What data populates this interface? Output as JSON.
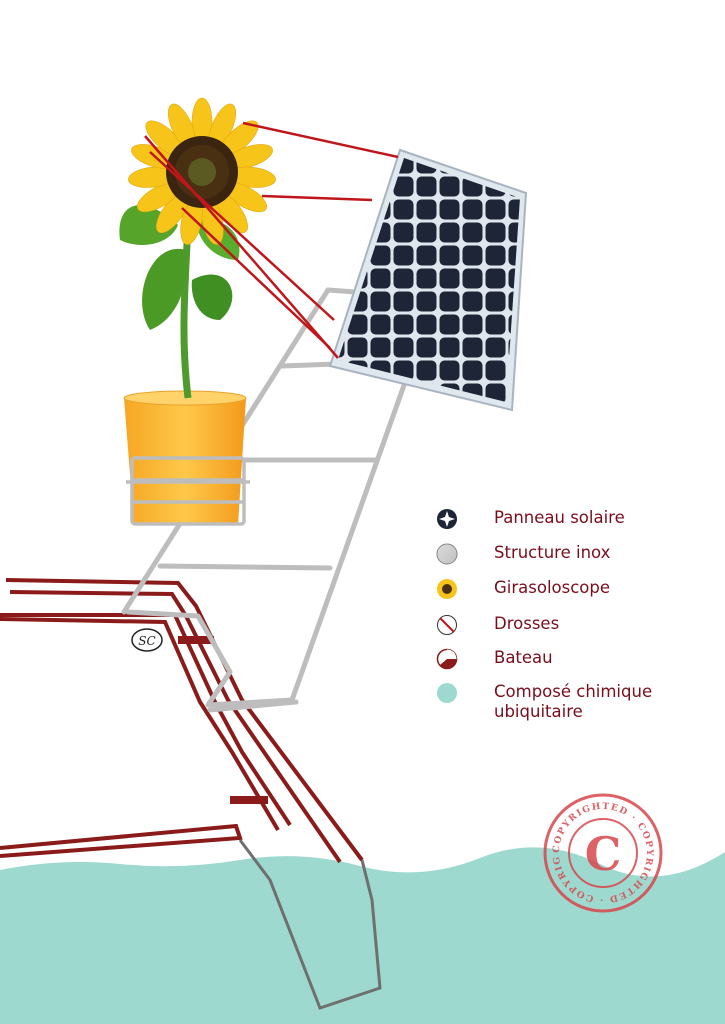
{
  "legend": {
    "items": [
      {
        "label": "Panneau solaire",
        "icon": "solar-panel-icon"
      },
      {
        "label": "Structure inox",
        "icon": "steel-structure-icon"
      },
      {
        "label": "Girasoloscope",
        "icon": "sunflower-icon"
      },
      {
        "label": "Drosses",
        "icon": "drosses-icon"
      },
      {
        "label": "Bateau",
        "icon": "boat-icon"
      },
      {
        "label": "Composé chimique\nubiquitaire",
        "icon": "chemical-compound-icon"
      }
    ]
  },
  "boat_logo": {
    "text": "SC"
  },
  "stamp": {
    "letter": "C",
    "ring_text": "COPYRIGHTED · COPYRIGHTED · COPYRIGHTED ·"
  },
  "colors": {
    "label_text": "#7a0d1c",
    "boat": "#8b1a1a",
    "drosses": "#c0161b",
    "water": "#9ed9d0",
    "steel": "#c6c6c6",
    "stamp": "#d8464b",
    "pot": "#f7b532",
    "panel": "#22293a"
  }
}
